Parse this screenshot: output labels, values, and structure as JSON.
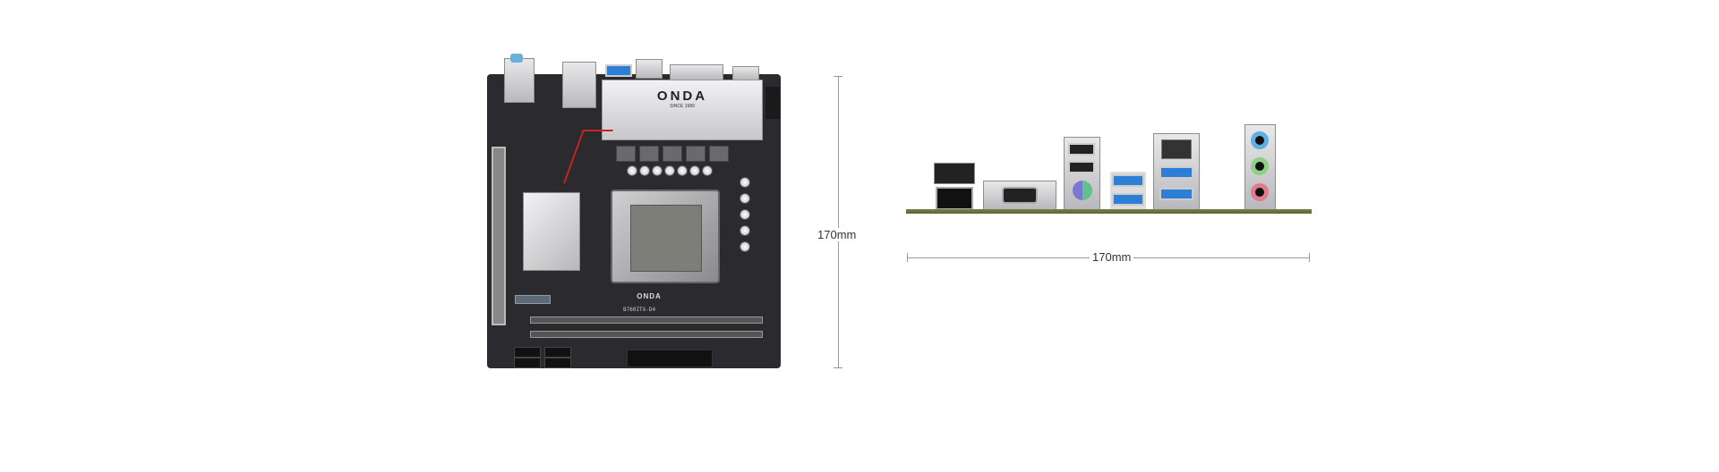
{
  "product": {
    "brand_logo": "ONDA",
    "brand_tagline": "SINCE 1989",
    "model": "B760ITX-D4"
  },
  "dimensions": {
    "height_label": "170mm",
    "width_label": "170mm"
  },
  "colors": {
    "pcb": "#2b2b2f",
    "usb3": "#2d7fd6",
    "audio_blue": "#5fb0e0",
    "audio_green": "#8fcf8a",
    "audio_pink": "#e07c8e"
  }
}
